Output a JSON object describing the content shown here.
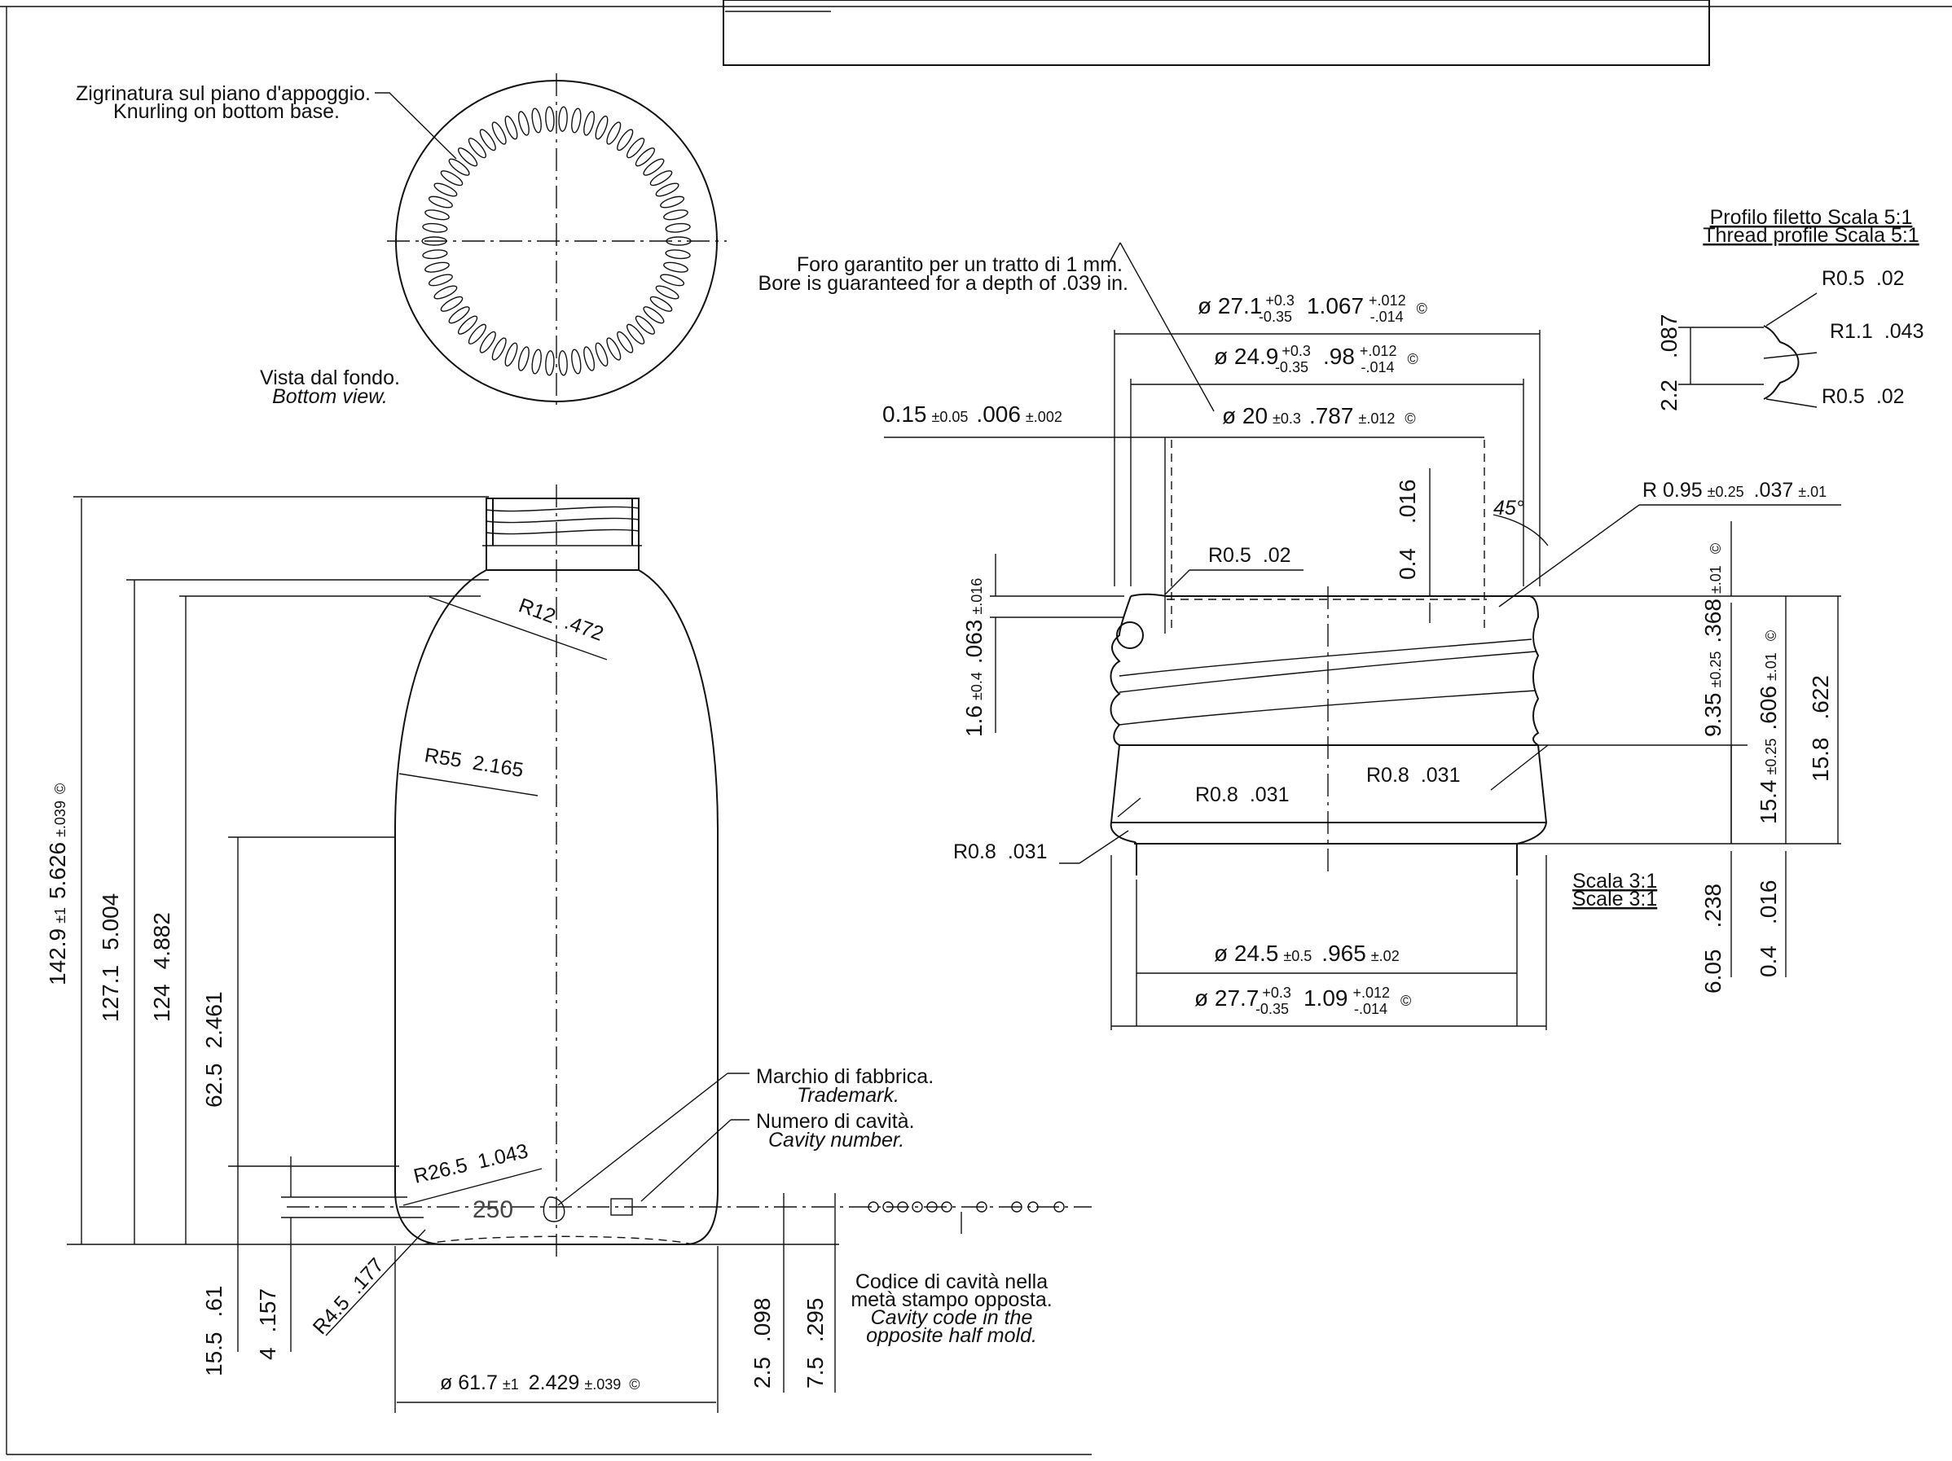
{
  "bottom_view": {
    "note_knurling_it": "Zigrinatura sul piano d'appoggio.",
    "note_knurling_en": "Knurling on bottom base.",
    "title_it": "Vista dal fondo.",
    "title_en": "Bottom view."
  },
  "body_dims": {
    "overall_height": "142.9",
    "overall_height_tol": "±1",
    "overall_height_in": "5.626",
    "overall_height_in_tol": "±.039",
    "height_shoulder": "127.1",
    "height_shoulder_in": "5.004",
    "height_124": "124",
    "height_124_in": "4.882",
    "height_label": "62.5",
    "height_label_in": "2.461",
    "height_low": "15.5",
    "height_low_in": ".61",
    "height_4": "4",
    "height_4_in": ".157",
    "r12": "R12",
    "r12_in": ".472",
    "r55": "R55",
    "r55_in": "2.165",
    "r26": "R26.5",
    "r26_in": "1.043",
    "r4": "R4.5",
    "r4_in": ".177",
    "body_dia": "ø 61.7",
    "body_dia_tol": "±1",
    "body_dia_in": "2.429",
    "body_dia_in_tol": "±.039",
    "base_25": "2.5",
    "base_25_in": ".098",
    "base_75": "7.5",
    "base_75_in": ".295",
    "capacity_mark": "250"
  },
  "notes": {
    "trademark_it": "Marchio di fabbrica.",
    "trademark_en": "Trademark.",
    "cavity_it": "Numero di cavità.",
    "cavity_en": "Cavity number.",
    "cavity_code_it_1": "Codice di cavità nella",
    "cavity_code_it_2": "metà stampo opposta.",
    "cavity_code_en_1": "Cavity code in the",
    "cavity_code_en_2": "opposite half mold."
  },
  "finish_dims": {
    "bore_note_it": "Foro garantito per un tratto di 1 mm.",
    "bore_note_en": "Bore is guaranteed for a depth of .039 in.",
    "d271": "ø 27.1",
    "d271_tp": "+0.3",
    "d271_tm": "-0.35",
    "d271_in": "1.067",
    "d271_in_tp": "+.012",
    "d271_in_tm": "-.014",
    "d249": "ø 24.9",
    "d249_tp": "+0.3",
    "d249_tm": "-0.35",
    "d249_in": ".98",
    "d249_in_tp": "+.012",
    "d249_in_tm": "-.014",
    "d20": "ø 20",
    "d20_tol": "±0.3",
    "d20_in": ".787",
    "d20_in_tol": "±.012",
    "d015": "0.15",
    "d015_tol": "±0.05",
    "d015_in": ".006",
    "d015_in_tol": "±.002",
    "d04": "0.4",
    "d04_in": ".016",
    "angle45": "45°",
    "r095": "R  0.95",
    "r095_tol": "±0.25",
    "r095_in": ".037",
    "r095_in_tol": "±.01",
    "r05": "R0.5",
    "r05_in": ".02",
    "d16": "1.6",
    "d16_tol": "±0.4",
    "d16_in": ".063",
    "d16_in_tol": "±.016",
    "d935": "9.35",
    "d935_tol": "±0.25",
    "d935_in": ".368",
    "d935_in_tol": "±.01",
    "d154": "15.4",
    "d154_tol": "±0.25",
    "d154_in": ".606",
    "d154_in_tol": "±.01",
    "d158": "15.8",
    "d158_in": ".622",
    "r08": "R0.8",
    "r08_in": ".031",
    "d605": "6.05",
    "d605_in": ".238",
    "d04b": "0.4",
    "d04b_in": ".016",
    "scale_it": "Scala 3:1",
    "scale_en": "Scale 3:1",
    "d245": "ø 24.5",
    "d245_tol": "±0.5",
    "d245_in": ".965",
    "d245_in_tol": "±.02",
    "d277": "ø 27.7",
    "d277_tp": "+0.3",
    "d277_tm": "-0.35",
    "d277_in": "1.09",
    "d277_in_tp": "+.012",
    "d277_in_tm": "-.014"
  },
  "thread_profile": {
    "title_it": "Profilo filetto Scala 5:1",
    "title_en": "Thread profile Scala 5:1",
    "r05": "R0.5",
    "r05_in": ".02",
    "r11": "R1.1",
    "r11_in": ".043",
    "h22": "2.2",
    "h22_in": ".087"
  },
  "critical_symbol": "©"
}
